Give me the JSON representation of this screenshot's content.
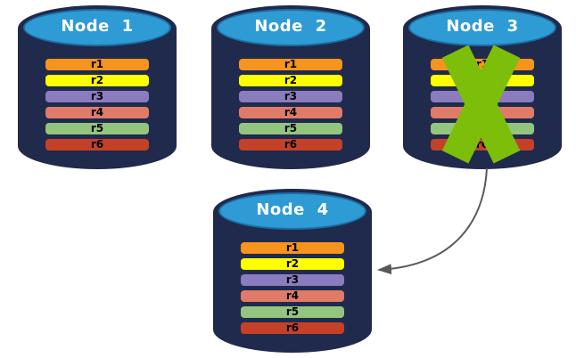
{
  "colors": {
    "background": "#FFFFFF",
    "cylinder_body": "#1F2A4C",
    "cylinder_cap": "#2E9BD4",
    "cylinder_cap_border": "#1C6EA4",
    "title_text": "#FFFFFF",
    "replica_text": "#000000",
    "x_mark": "#7DBE0B",
    "arrow": "#595959"
  },
  "replicas": [
    {
      "label": "r1",
      "color": "#F7941E"
    },
    {
      "label": "r2",
      "color": "#FEFE00"
    },
    {
      "label": "r3",
      "color": "#8A7CBE"
    },
    {
      "label": "r4",
      "color": "#E07B68"
    },
    {
      "label": "r5",
      "color": "#93C57F"
    },
    {
      "label": "r6",
      "color": "#C44128"
    }
  ],
  "nodes": [
    {
      "title": "Node 1"
    },
    {
      "title": "Node 2"
    },
    {
      "title": "Node 3",
      "failed": true
    },
    {
      "title": "Node 4"
    }
  ]
}
